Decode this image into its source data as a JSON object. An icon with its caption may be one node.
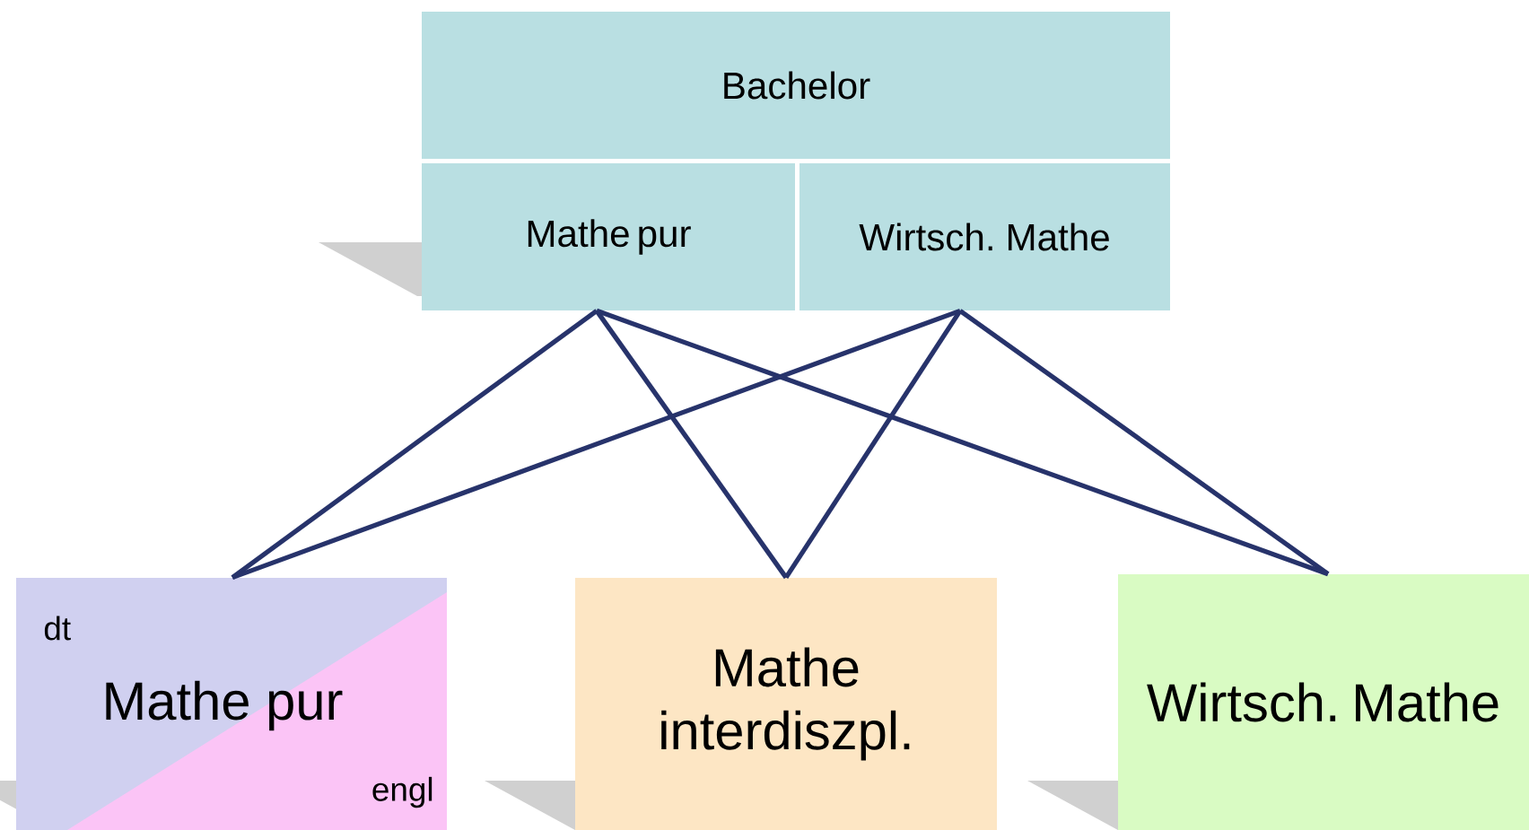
{
  "diagram": {
    "nodes": [
      {
        "text": [
          "Bachelor"
        ]
      },
      {
        "text": [
          "Mathe pur"
        ]
      },
      {
        "text": [
          "Wirtsch. Mathe"
        ]
      },
      {
        "text": [
          "dt",
          "Mathe pur",
          "engl"
        ]
      },
      {
        "text": [
          "Mathe interdiszpl."
        ]
      },
      {
        "text": [
          "Wirtsch. Mathe"
        ]
      }
    ],
    "edges": [
      {
        "from": 1,
        "to": 3,
        "arrow": "none"
      },
      {
        "from": 1,
        "to": 4,
        "arrow": "none"
      },
      {
        "from": 1,
        "to": 5,
        "arrow": "none"
      },
      {
        "from": 2,
        "to": 3,
        "arrow": "none"
      },
      {
        "from": 2,
        "to": 4,
        "arrow": "none"
      },
      {
        "from": 2,
        "to": 5,
        "arrow": "none"
      }
    ]
  }
}
